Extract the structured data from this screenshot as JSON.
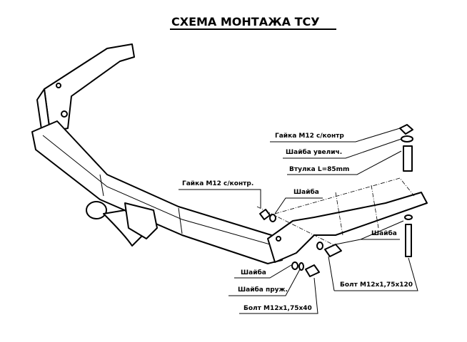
{
  "title": "СХЕМА МОНТАЖА ТСУ",
  "labels": {
    "nut_right": "Гайка М12 с/контр",
    "washer_large": "Шайба увелич.",
    "sleeve": "Втулка L=85mm",
    "nut_left": "Гайка М12 с/контр.",
    "washer_top": "Шайба",
    "washer_right": "Шайба",
    "washer_left": "Шайба",
    "spring_washer": "Шайба пруж.",
    "bolt_short": "Болт М12х1,75х40",
    "bolt_long": "Болт М12х1,75х120"
  }
}
